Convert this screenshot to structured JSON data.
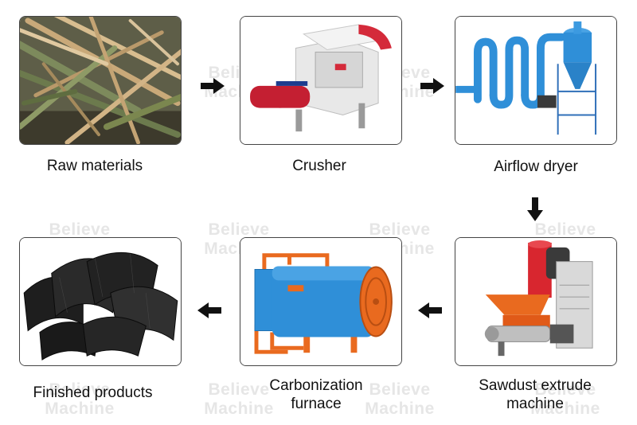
{
  "watermark": {
    "line1": "Believe",
    "line2": "Machine"
  },
  "steps": [
    {
      "label": "Raw materials"
    },
    {
      "label": "Crusher"
    },
    {
      "label": "Airflow dryer"
    },
    {
      "label": "Sawdust extrude machine"
    },
    {
      "label": "Carbonization furnace"
    },
    {
      "label": "Finished products"
    }
  ],
  "colors": {
    "arrow": "#111111",
    "border": "#444444",
    "blue_machine": "#2f8fd8",
    "orange": "#e96a1f",
    "red_top": "#d42a3a"
  }
}
